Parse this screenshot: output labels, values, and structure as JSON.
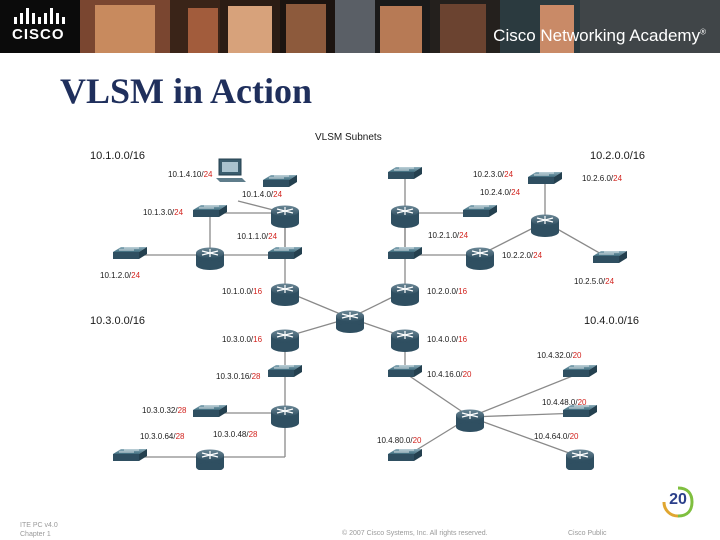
{
  "header": {
    "logo_text": "CISCO",
    "academy_text": "Cisco Networking Academy",
    "academy_mark": "®"
  },
  "slide": {
    "title": "VLSM in Action",
    "page_number": "20"
  },
  "diagram": {
    "title": "VLSM Subnets",
    "labels": {
      "net_10_1": "10.1.0.0/16",
      "net_10_2": "10.2.0.0/16",
      "net_10_3": "10.3.0.0/16",
      "net_10_4": "10.4.0.0/16",
      "pc_host": "10.1.4.10/24",
      "l_10_1_4_0": "10.1.4.0/24",
      "l_10_1_3_0": "10.1.3.0/24",
      "l_10_1_1_0": "10.1.1.0/24",
      "l_10_1_2_0": "10.1.2.0/24",
      "l_10_1_0_0": "10.1.0.0/16",
      "l_10_2_3_0": "10.2.3.0/24",
      "l_10_2_4_0": "10.2.4.0/24",
      "l_10_2_6_0": "10.2.6.0/24",
      "l_10_2_1_0": "10.2.1.0/24",
      "l_10_2_2_0": "10.2.2.0/24",
      "l_10_2_5_0": "10.2.5.0/24",
      "l_10_2_0_0": "10.2.0.0/16",
      "l_10_3_0_0": "10.3.0.0/16",
      "l_10_4_0_0": "10.4.0.0/16",
      "l_10_3_0_16": "10.3.0.16/28",
      "l_10_3_0_32": "10.3.0.32/28",
      "l_10_3_0_64": "10.3.0.64/28",
      "l_10_3_0_48": "10.3.0.48/28",
      "l_10_4_32_0": "10.4.32.0/20",
      "l_10_4_16_0": "10.4.16.0/20",
      "l_10_4_48_0": "10.4.48.0/20",
      "l_10_4_80_0": "10.4.80.0/20",
      "l_10_4_64_0": "10.4.64.0/20"
    },
    "colors": {
      "router": "#2f4f61",
      "switch": "#3e6b7d",
      "line": "#8a8a8a",
      "prefix_red": "#d2231e",
      "label_dark": "#1a1a1a"
    }
  },
  "footer": {
    "course": "ITE PC v4.0",
    "chapter": "Chapter 1",
    "copyright": "© 2007 Cisco Systems, Inc. All rights reserved.",
    "classification": "Cisco Public"
  }
}
